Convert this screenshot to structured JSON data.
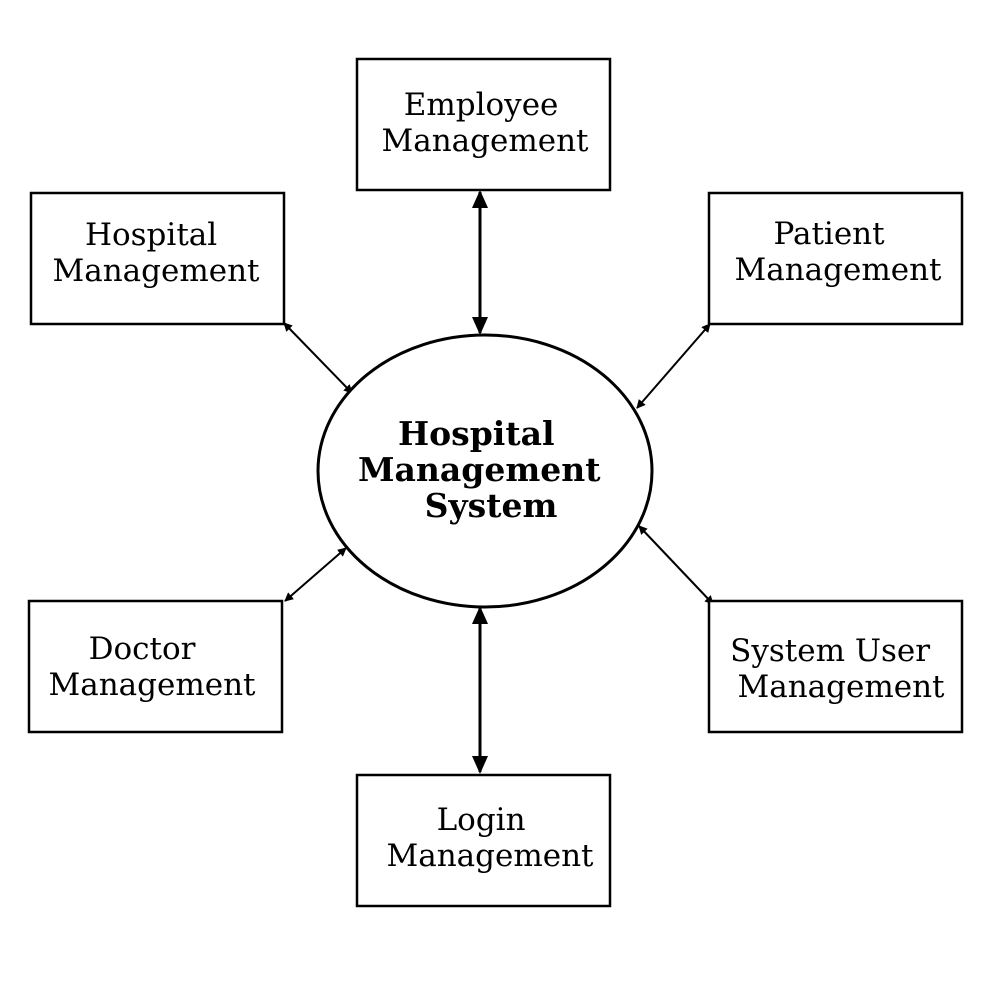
{
  "diagram": {
    "center": {
      "lines": [
        "Hospital",
        "Management",
        "System"
      ]
    },
    "modules": {
      "employee": {
        "lines": [
          "Employee",
          "Management"
        ]
      },
      "hospital": {
        "lines": [
          "Hospital",
          "Management"
        ]
      },
      "patient": {
        "lines": [
          "Patient",
          "Management"
        ]
      },
      "doctor": {
        "lines": [
          "Doctor",
          "Management"
        ]
      },
      "system_user": {
        "lines": [
          "System User",
          "Management"
        ]
      },
      "login": {
        "lines": [
          "Login",
          "Management"
        ]
      }
    },
    "connections": [
      {
        "from": "Hospital Management System",
        "to": "Employee Management",
        "direction": "bidirectional"
      },
      {
        "from": "Hospital Management System",
        "to": "Hospital Management",
        "direction": "bidirectional"
      },
      {
        "from": "Hospital Management System",
        "to": "Patient Management",
        "direction": "bidirectional"
      },
      {
        "from": "Hospital Management System",
        "to": "Doctor Management",
        "direction": "bidirectional"
      },
      {
        "from": "Hospital Management System",
        "to": "System User Management",
        "direction": "bidirectional"
      },
      {
        "from": "Hospital Management System",
        "to": "Login Management",
        "direction": "bidirectional"
      }
    ]
  }
}
